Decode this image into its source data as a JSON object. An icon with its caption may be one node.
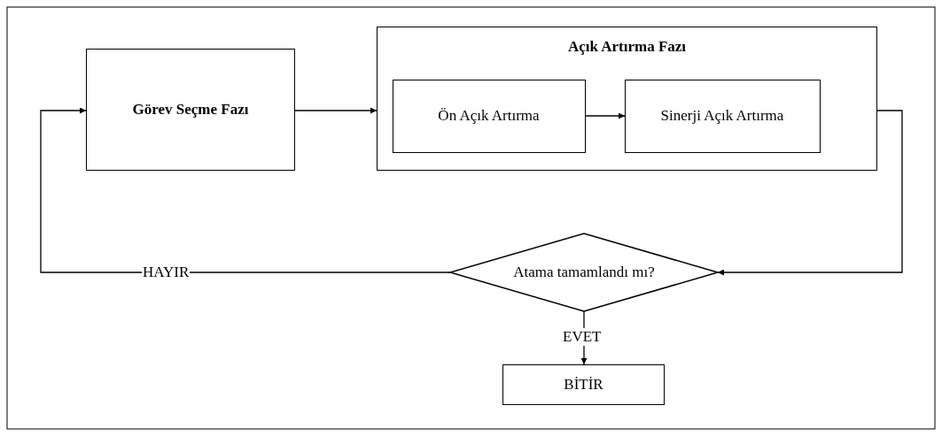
{
  "diagram": {
    "nodes": [
      {
        "text": [
          "Görev Seçme Fazı"
        ]
      },
      {
        "text": [
          "Açık Artırma Fazı"
        ]
      },
      {
        "text": [
          "Ön Açık Artırma"
        ],
        "in": 1
      },
      {
        "text": [
          "Sinerji Açık Artırma"
        ],
        "in": 1
      },
      {
        "text": [
          "Atama tamamlandı mı?"
        ]
      },
      {
        "text": [
          "BİTİR"
        ]
      }
    ],
    "edges": [
      {
        "from": 0,
        "to": 1,
        "arrow": "to"
      },
      {
        "from": 2,
        "to": 3,
        "arrow": "to"
      },
      {
        "from": 1,
        "to": 4,
        "arrow": "to"
      },
      {
        "from": 4,
        "to": 0,
        "arrow": "to",
        "label": "HAYIR"
      },
      {
        "from": 4,
        "to": 5,
        "arrow": "to",
        "label": "EVET"
      }
    ]
  }
}
